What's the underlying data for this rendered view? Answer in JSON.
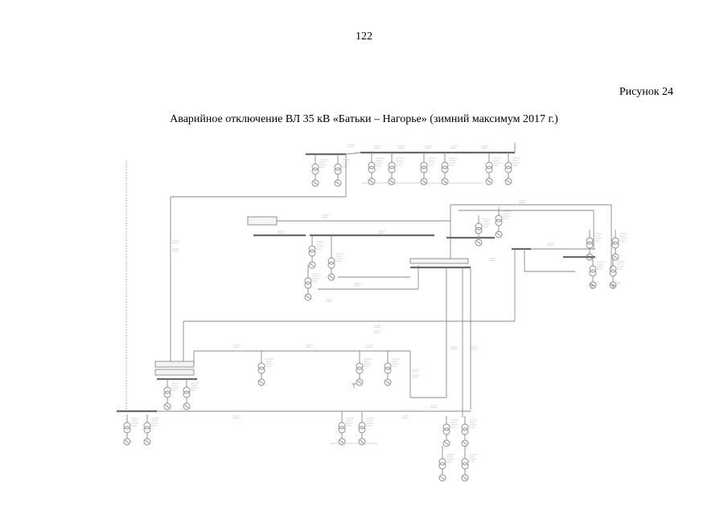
{
  "page": {
    "number": "122",
    "figure_label": "Рисунок 24",
    "figure_title": "Аварийное отключение ВЛ 35 кВ «Батьки – Нагорье» (зимний максимум 2017 г.)"
  },
  "diagram": {
    "description_icon": "power-grid-schematic-icon"
  }
}
